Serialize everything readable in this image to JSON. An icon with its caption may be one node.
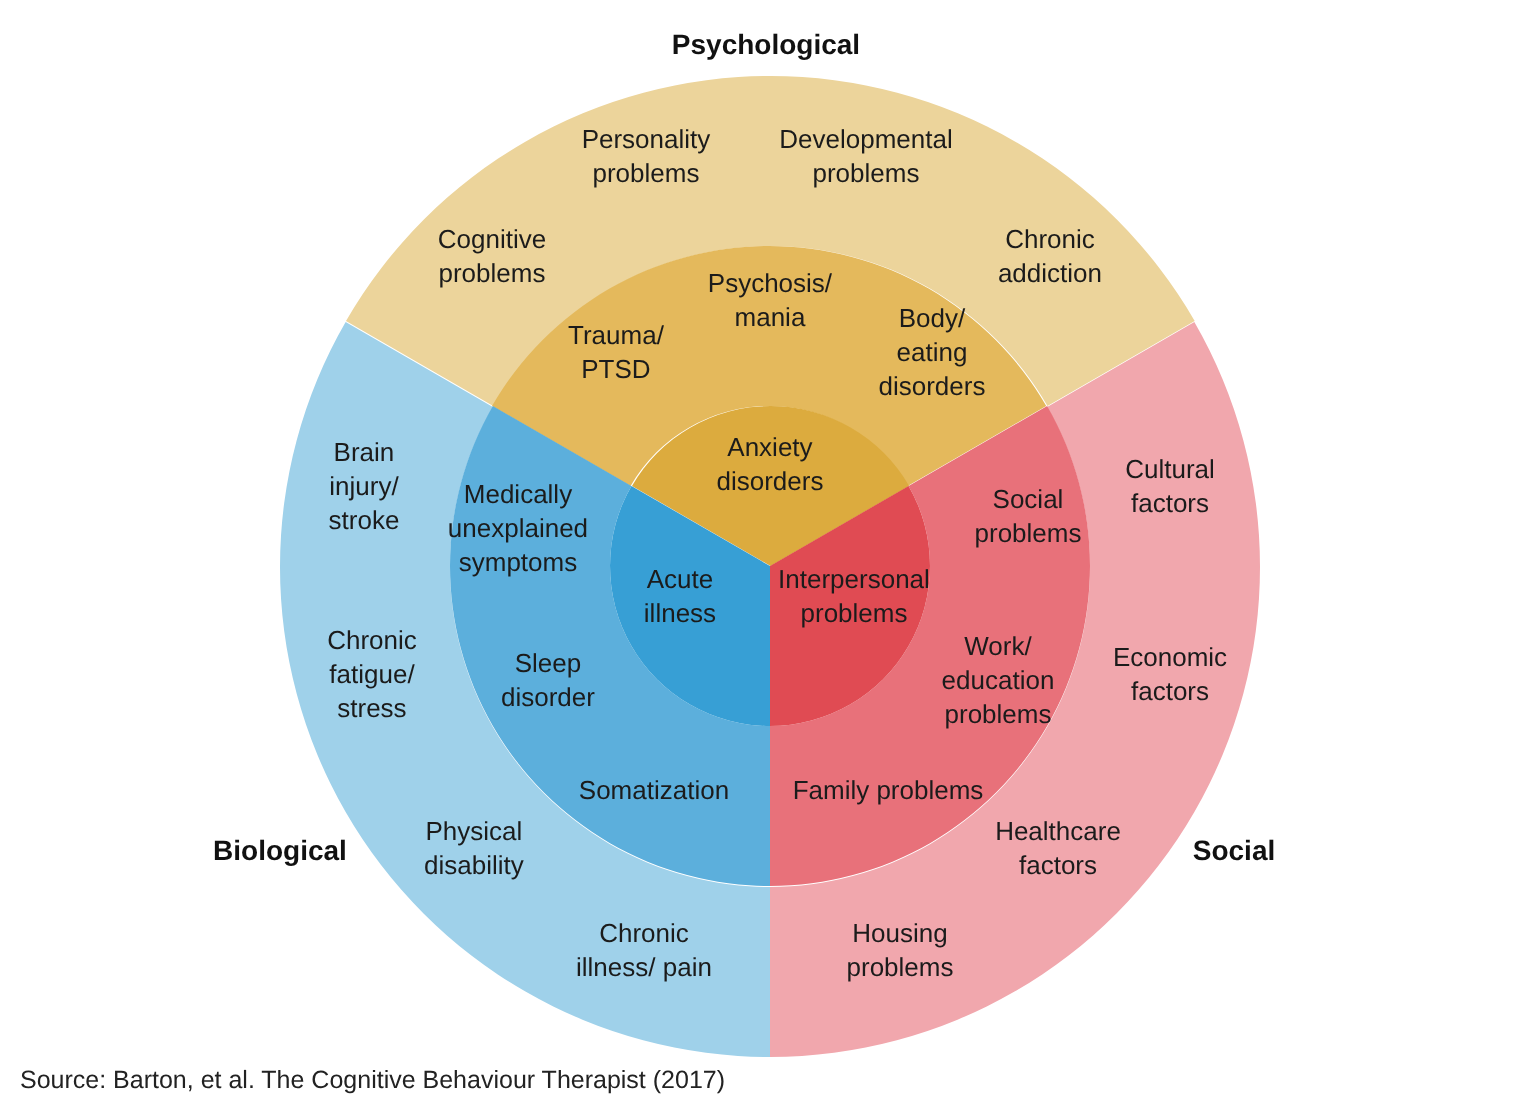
{
  "diagram": {
    "nodes": [
      {
        "text": [
          "Personality problems",
          "Developmental problems",
          "Cognitive problems",
          "Chronic addiction"
        ]
      },
      {
        "text": [
          "Trauma/ PTSD",
          "Psychosis/ mania",
          "Body/ eating disorders"
        ]
      },
      {
        "text": [
          "Anxiety disorders"
        ]
      },
      {
        "text": [
          "Brain injury/ stroke",
          "Chronic fatigue/ stress",
          "Physical disability",
          "Chronic illness/ pain"
        ]
      },
      {
        "text": [
          "Medically unexplained symptoms",
          "Sleep disorder",
          "Somatization"
        ]
      },
      {
        "text": [
          "Acute illness"
        ]
      },
      {
        "text": [
          "Cultural factors",
          "Economic factors",
          "Healthcare factors",
          "Housing problems"
        ]
      },
      {
        "text": [
          "Social problems",
          "Work/ education problems",
          "Family problems"
        ]
      },
      {
        "text": [
          "Interpersonal problems"
        ]
      }
    ],
    "labels": [
      "Psychological",
      "Biological",
      "Social",
      "Source: Barton, et al. The Cognitive Behaviour Therapist (2017)"
    ]
  }
}
